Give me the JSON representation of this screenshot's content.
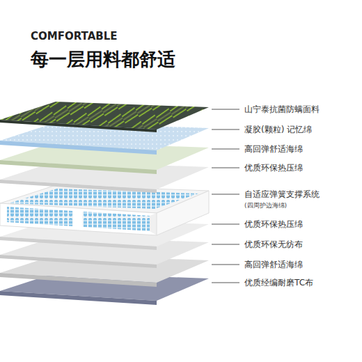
{
  "diagram": {
    "title": "每一层用料都舒适",
    "labels": [
      "COMFORTABLE",
      "山宁泰抗菌防螨面料",
      "凝胶(颗粒) 记忆绵",
      "高回弹舒适海绵",
      "优质环保热压绵",
      "自适应弹簧支撑系统",
      "(四周护边海绵)",
      "优质环保热压绵",
      "优质环保无纺布",
      "高回弹舒适海绵",
      "优质经编耐磨TC布"
    ]
  }
}
